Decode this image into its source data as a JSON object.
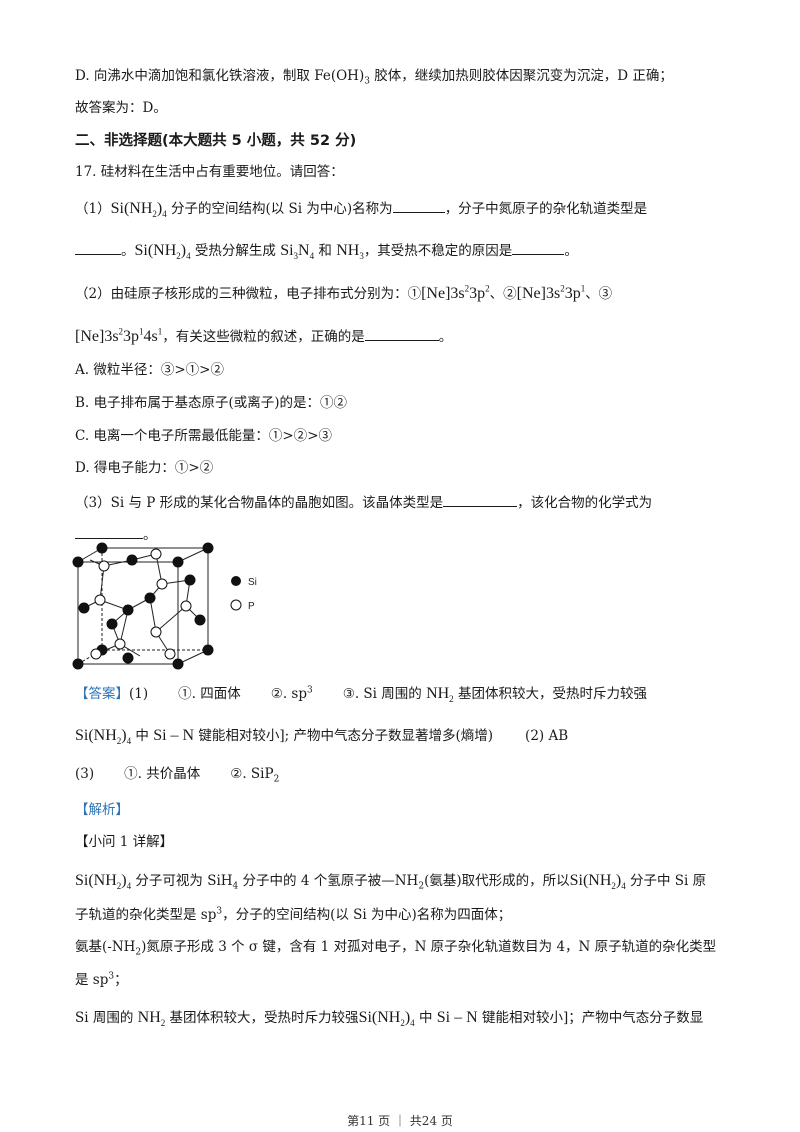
{
  "lines": {
    "l1": "D. 向沸水中滴加饱和氯化铁溶液，制取 Fe(OH)",
    "l1_sub": "3",
    "l1_end": " 胶体，继续加热则胶体因聚沉变为沉淀，D 正确；",
    "l2": "故答案为：D。",
    "section": "二、非选择题(本大题共 5 小题，共 52 分)",
    "q17": "17. 硅材料在生活中占有重要地位。请回答：",
    "q1a": "（1）",
    "q1b": " 分子的空间结构(以 Si 为中心)名称为",
    "q1c": "，分子中氮原子的杂化轨道类型是",
    "q1d": "。",
    "q1e": " 受热分解生成 ",
    "q1f": " 和 ",
    "q1g": "，其受热不稳定的原因是",
    "q1h": "。",
    "q2a": "（2）由硅原子核形成的三种微粒，电子排布式分别为：①",
    "q2b": "、②",
    "q2c": "、③",
    "q2d": "，有关这些微粒的叙述，正确的是",
    "q2e": "。",
    "optA": "A. 微粒半径：③>①>②",
    "optB": "B. 电子排布属于基态原子(或离子)的是：①②",
    "optC": "C. 电离一个电子所需最低能量：①>②>③",
    "optD": "D. 得电子能力：①>②",
    "q3a": "（3）Si 与 P 形成的某化合物晶体的晶胞如图。该晶体类型是",
    "q3b": "，该化合物的化学式为",
    "q3c": "。",
    "ans_tag": "【答案】",
    "ans1": "(1)",
    "ans1_1": "①. 四面体",
    "ans1_2": "②. sp",
    "ans1_3a": "③. Si 周围的 ",
    "ans1_3b": " 基团体积较大，受热时斥力较强",
    "ans1_4": " 中 ",
    "ans1_5": " 键能相对较小]; 产物中气态分子数显著增多(熵增)",
    "ans2": "(2) AB",
    "ans3": "(3)",
    "ans3_1": "①. 共价晶体",
    "ans3_2": "②. SiP",
    "jx": "【解析】",
    "sub1": "【小问 1 详解】",
    "p1a": " 分子可视为 SiH",
    "p1b": " 分子中的 4 个氢原子被—NH",
    "p1c": "(氨基)取代形成的，所以",
    "p1d": " 分子中 Si 原",
    "p2": "子轨道的杂化类型是 sp",
    "p2b": "，分子的空间结构(以 Si 为中心)名称为四面体；",
    "p3a": "氨基(-NH",
    "p3b": ")氮原子形成 3 个 σ 键，含有 1 对孤对电子，N 原子杂化轨道数目为 4，N 原子轨道的杂化类型",
    "p4": "是 sp",
    "p4b": "；",
    "p5a": "Si 周围的 ",
    "p5b": " 基团体积较大，受热时斥力较强",
    "p5c": " 中 ",
    "p5d": " 键能相对较小]；产物中气态分子数显"
  },
  "formulas": {
    "si": "Si",
    "nh2": "NH",
    "sub2": "2",
    "sub4": "4",
    "sub3": "3",
    "si3n4": "Si",
    "n": "N",
    "nh3": "NH",
    "ne1": "[Ne]3s",
    "ne_3p": "3p",
    "sup1": "1",
    "sup2": "2",
    "sup3": "3",
    "ne_4s": "4s",
    "sin": "Si – N"
  },
  "figure": {
    "legend_si": "Si",
    "legend_p": "P"
  },
  "footer": "第11 页 ｜ 共24 页",
  "colors": {
    "accent": "#2e74b5"
  }
}
